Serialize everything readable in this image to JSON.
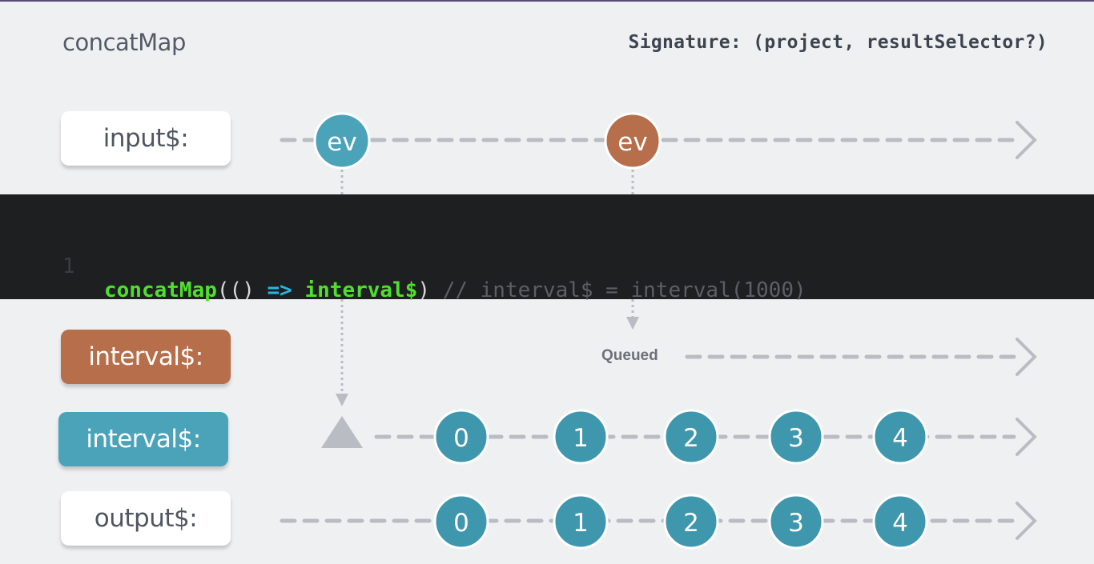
{
  "title": "concatMap",
  "signature": "Signature: (project, resultSelector?)",
  "labels": {
    "input": "input$:",
    "interval_queued": "interval$:",
    "interval_active": "interval$:",
    "output": "output$:"
  },
  "code": {
    "line_number": "1",
    "fn": "concatMap",
    "open": "(()",
    "arrow": "=>",
    "arg": "interval$",
    "close": ")",
    "comment": "// interval$ = interval(1000)"
  },
  "queued_text": "Queued",
  "input_events": [
    {
      "label": "ev",
      "color": "#4aa3b9"
    },
    {
      "label": "ev",
      "color": "#b76e4b"
    }
  ],
  "interval_values": [
    "0",
    "1",
    "2",
    "3",
    "4"
  ],
  "output_values": [
    "0",
    "1",
    "2",
    "3",
    "4"
  ],
  "colors": {
    "background": "#eff0f2",
    "blue": "#4aa3b9",
    "orange": "#b76e4b",
    "dash": "#b9bcc2",
    "code_background": "#1e1f21",
    "code_function": "#4fe02c",
    "code_arrow": "#29b6e0"
  }
}
